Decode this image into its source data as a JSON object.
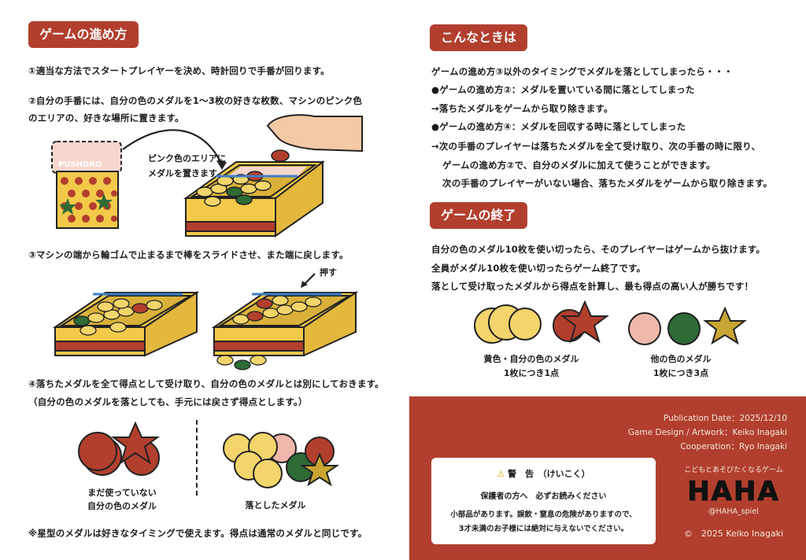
{
  "left": {
    "heading": "ゲームの進め方",
    "step1": "①適当な方法でスタートプレイヤーを決め、時計回りで手番が回ります。",
    "step2_line1": "②自分の手番には、自分の色のメダルを1〜3枚の好きな枚数、マシンのピンク色",
    "step2_line2": "のエリアの、好きな場所に置きます。",
    "callout_line1": "ピンク色のエリアに",
    "callout_line2": "メダルを置きます。",
    "box_print": "PUSHDRO",
    "step3": "③マシンの端から輪ゴムで止まるまで棒をスライドさせ、また端に戻します。",
    "push_label": "押す",
    "step4_line1": "④落ちたメダルを全て得点として受け取り、自分の色のメダルとは別にしておきます。",
    "step4_line2": "（自分の色のメダルを落としても、手元には戻さず得点とします。）",
    "unused_cap1": "まだ使っていない",
    "unused_cap2": "自分の色のメダル",
    "dropped_cap": "落としたメダル",
    "note": "※星型のメダルは好きなタイミングで使えます。得点は通常のメダルと同じです。"
  },
  "right": {
    "heading1": "こんなときは",
    "p1": "ゲームの進め方③以外のタイミングでメダルを落としてしまったら・・・",
    "p2": "●ゲームの進め方②：メダルを置いている間に落としてしまった",
    "p3": "→落ちたメダルをゲームから取り除きます。",
    "p4": "●ゲームの進め方④：メダルを回収する時に落としてしまった",
    "p5": "→次の手番のプレイヤーは落ちたメダルを全て受け取り、次の手番の時に限り、",
    "p6": "ゲームの進め方②で、自分のメダルに加えて使うことができます。",
    "p7": "次の手番のプレイヤーがいない場合、落ちたメダルをゲームから取り除きます。",
    "heading2": "ゲームの終了",
    "e1": "自分の色のメダル10枚を使い切ったら、そのプレイヤーはゲームから抜けます。",
    "e2": "全員がメダル10枚を使い切ったらゲーム終了です。",
    "e3": "落として受け取ったメダルから得点を計算し、最も得点の高い人が勝ちです！",
    "score1_line1": "黄色・自分の色のメダル",
    "score1_line2": "1枚につき1点",
    "score2_line1": "他の色のメダル",
    "score2_line2": "1枚につき3点"
  },
  "credits": {
    "publication": "Publication Date：2025/12/10",
    "design": "Game Design / Artwork：Keiko Inagaki",
    "cooperation": "Cooperation：Ryo Inagaki"
  },
  "warning": {
    "title": "警　告　（けいこく）",
    "line1": "保護者の方へ　必ずお読みください",
    "line2": "小部品があります。誤飲・窒息の危険がありますので、",
    "line3": "3才未満のお子様には絶対に与えないでください。"
  },
  "logo": {
    "tagline": "こどもとあそびたくなるゲーム",
    "name": "HAHA",
    "handle": "@HAHA_spiel",
    "copyright": "©　2025 Keiko Inagaki"
  },
  "colors": {
    "brand_red": "#b23f2e",
    "medal_yellow": "#f3d56b",
    "medal_red": "#b23f2e",
    "medal_pink": "#f0b8ab",
    "medal_green": "#2e6b35",
    "star_gold": "#c9a633"
  }
}
